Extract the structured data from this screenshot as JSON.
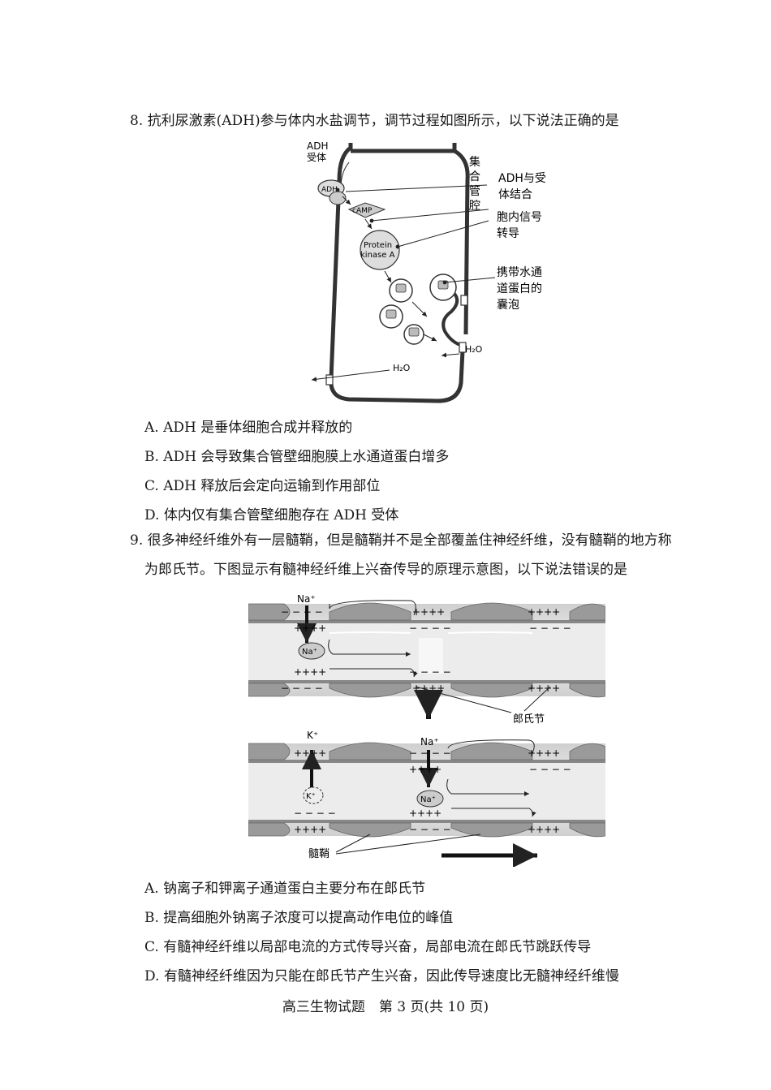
{
  "q8": {
    "stem": "8. 抗利尿激素(ADH)参与体内水盐调节，调节过程如图所示，以下说法正确的是",
    "figure": {
      "adh_receptor": [
        "ADH",
        "受体"
      ],
      "adh": "ADH",
      "camp": "cAMP",
      "protein_kinase": [
        "Protein",
        "kinase A"
      ],
      "lumen": [
        "集",
        "合",
        "管",
        "腔"
      ],
      "binding": [
        "ADH与受",
        "体结合"
      ],
      "signal": [
        "胞内信号",
        "转导"
      ],
      "vesicle": [
        "携带水通",
        "道蛋白的",
        "囊泡"
      ],
      "water": "H₂O"
    },
    "options": [
      "A. ADH 是垂体细胞合成并释放的",
      "B. ADH 会导致集合管壁细胞膜上水通道蛋白增多",
      "C. ADH 释放后会定向运输到作用部位",
      "D. 体内仅有集合管壁细胞存在 ADH 受体"
    ]
  },
  "q9": {
    "stem_line1": "9. 很多神经纤维外有一层髓鞘，但是髓鞘并不是全部覆盖住神经纤维，没有髓鞘的地方称",
    "stem_line2": "为郎氏节。下图显示有髓神经纤维上兴奋传导的原理示意图，以下说法错误的是",
    "figure": {
      "na": "Na⁺",
      "k": "K⁺",
      "plus": "++++",
      "minus": "− − − −",
      "node": "郎氏节",
      "myelin": "髓鞘"
    },
    "options": [
      "A. 钠离子和钾离子通道蛋白主要分布在郎氏节",
      "B. 提高细胞外钠离子浓度可以提高动作电位的峰值",
      "C. 有髓神经纤维以局部电流的方式传导兴奋，局部电流在郎氏节跳跃传导",
      "D. 有髓神经纤维因为只能在郎氏节产生兴奋，因此传导速度比无髓神经纤维慢"
    ]
  },
  "footer": "高三生物试题　第 3 页(共 10 页)"
}
